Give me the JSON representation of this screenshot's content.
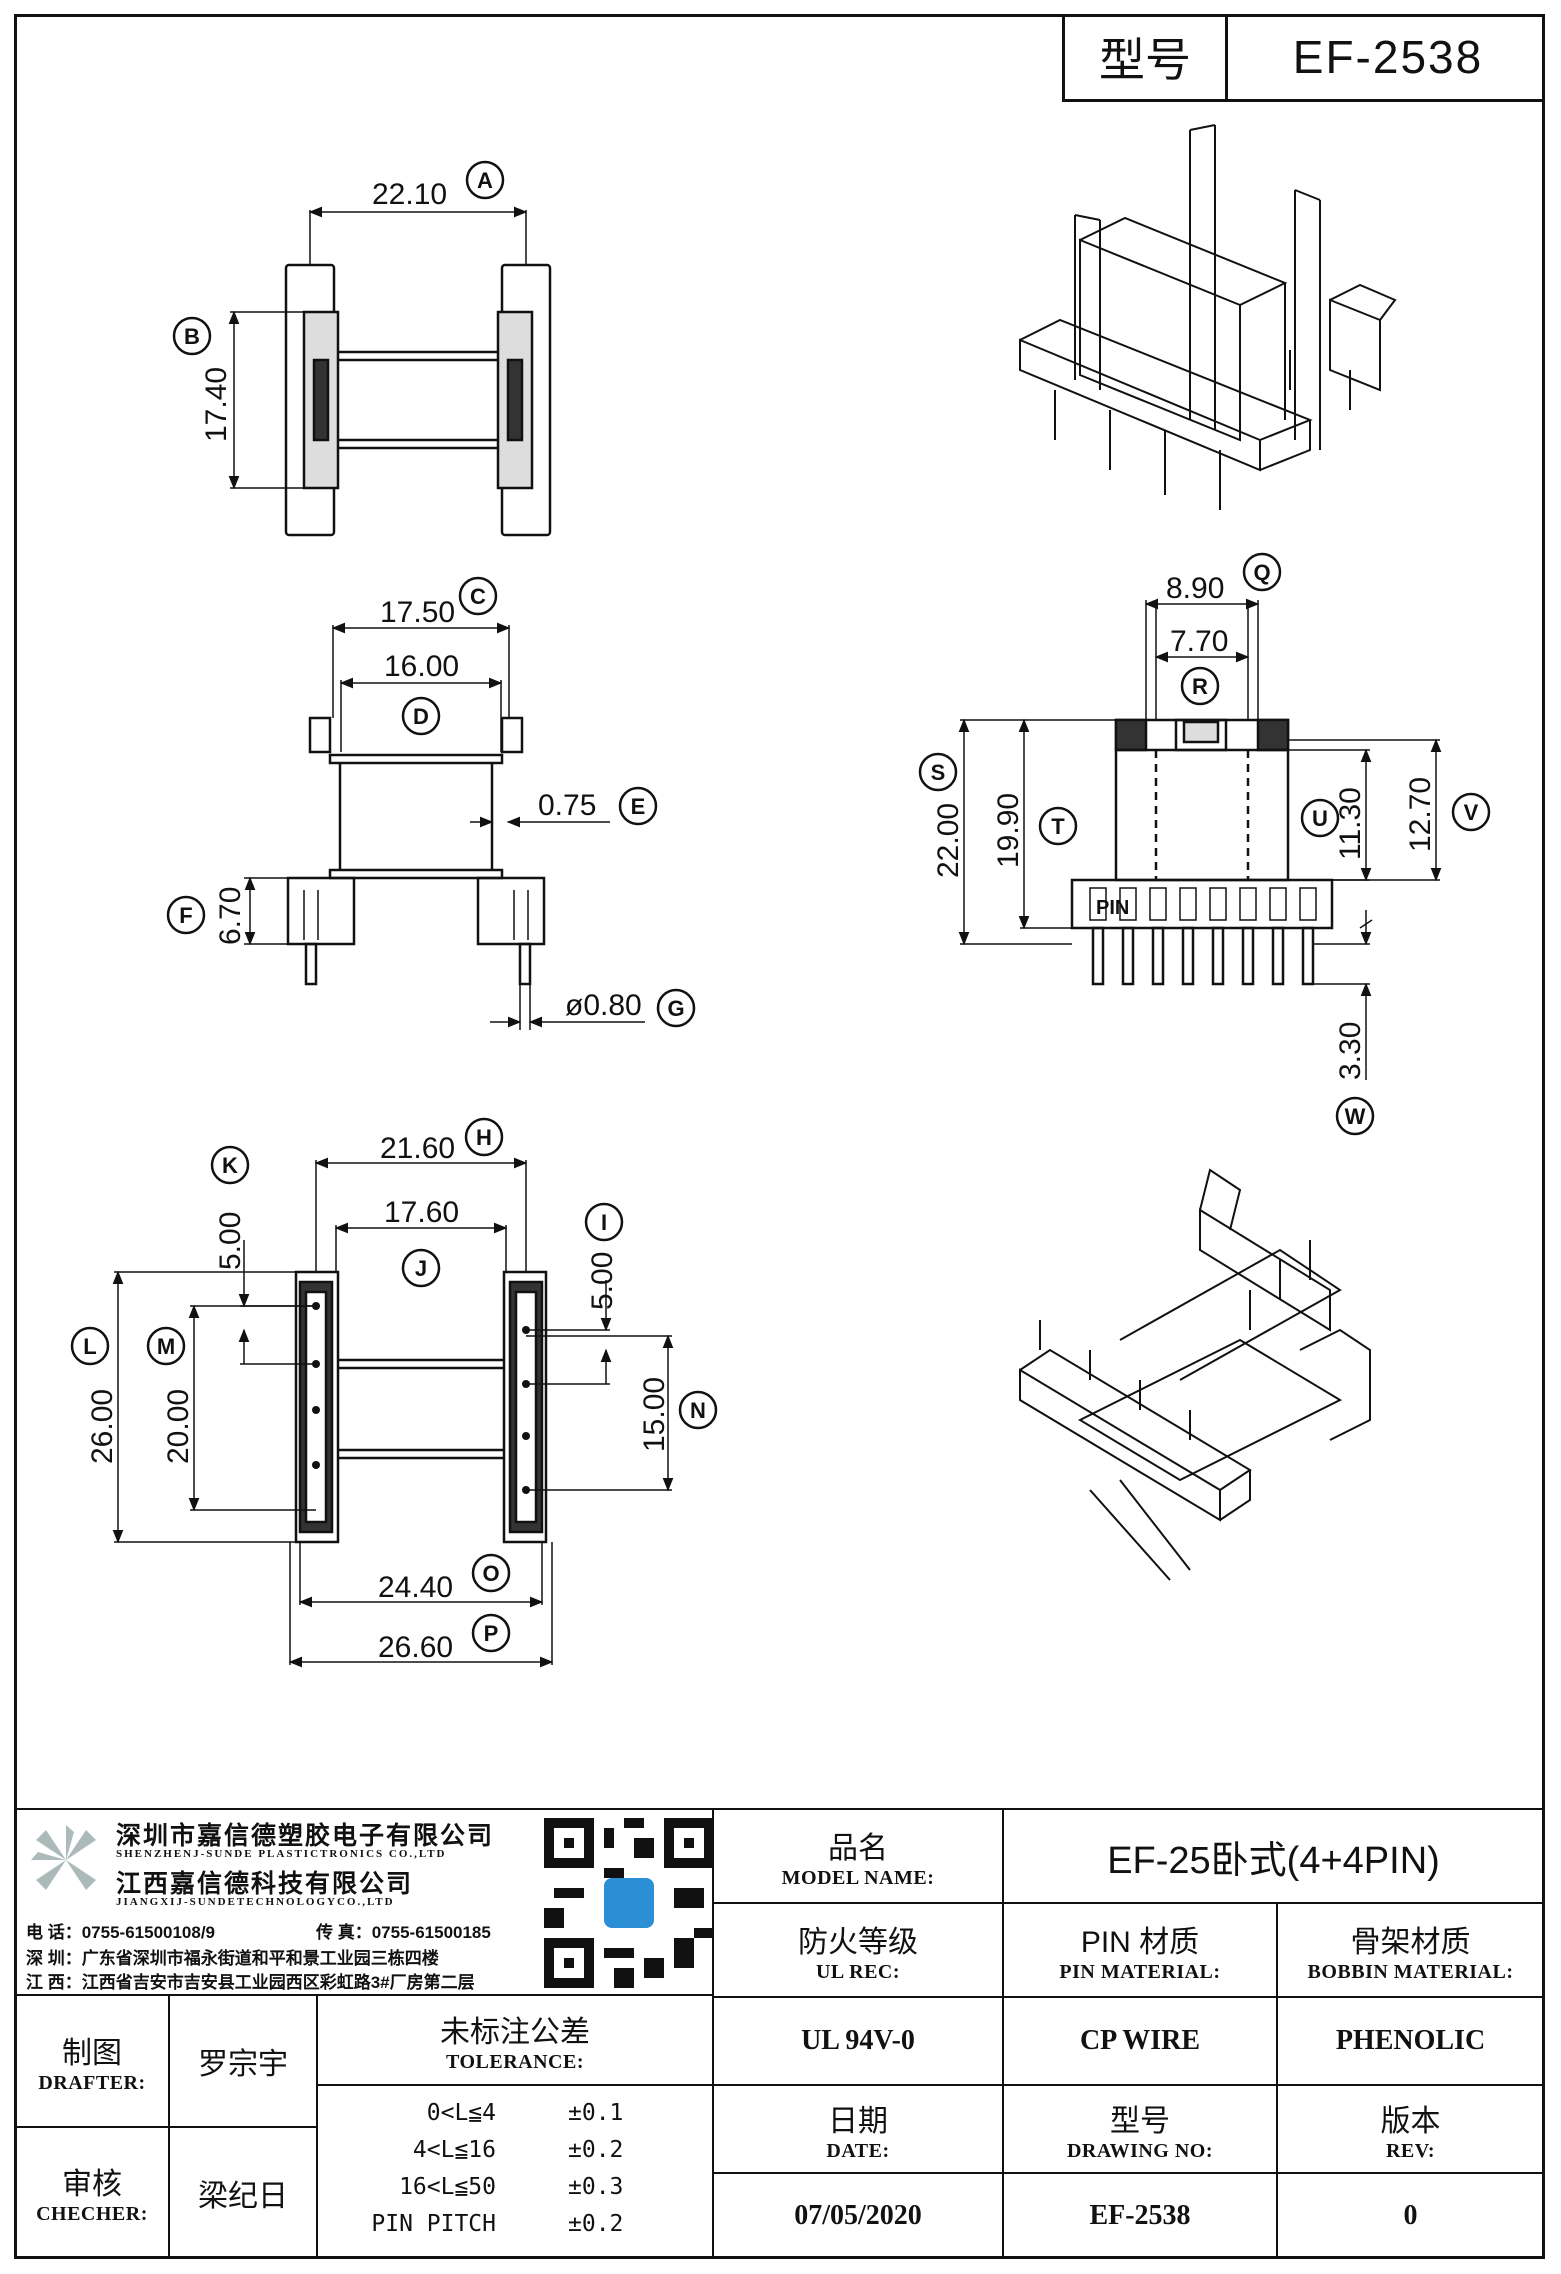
{
  "header": {
    "label": "型号",
    "model": "EF-2538"
  },
  "dims": {
    "A": "22.10",
    "B": "17.40",
    "C": "17.50",
    "D": "16.00",
    "E": "0.75",
    "F": "6.70",
    "G": "ø0.80",
    "H": "21.60",
    "I": "5.00",
    "J": "17.60",
    "K": "5.00",
    "L": "26.00",
    "M": "20.00",
    "N": "15.00",
    "O": "24.40",
    "P": "26.60",
    "Q": "8.90",
    "R": "7.70",
    "S": "22.00",
    "T": "19.90",
    "U": "11.30",
    "V": "12.70",
    "W": "3.30"
  },
  "letters": [
    "A",
    "B",
    "C",
    "D",
    "E",
    "F",
    "G",
    "H",
    "I",
    "J",
    "K",
    "L",
    "M",
    "N",
    "O",
    "P",
    "Q",
    "R",
    "S",
    "T",
    "U",
    "V",
    "W"
  ],
  "pin_labels": {
    "in_view": "PIN"
  },
  "company": {
    "cn_name_1": "深圳市嘉信德塑胶电子有限公司",
    "en_name_1": "SHENZHENJ-SUNDE PLASTICTRONICS CO.,LTD",
    "cn_name_2": "江西嘉信德科技有限公司",
    "en_name_2": "JIANGXIJ-SUNDETECHNOLOGYCO.,LTD",
    "tel": "电 话：0755-61500108/9",
    "fax": "传 真：0755-61500185",
    "addr_sz": "深 圳：广东省深圳市福永街道和平和景工业园三栋四楼",
    "addr_jx": "江 西：江西省吉安市吉安县工业园西区彩虹路3#厂房第二层"
  },
  "title_block": {
    "model_name_zh": "品名",
    "model_name_en": "MODEL NAME:",
    "model_name_val": "EF-25卧式(4+4PIN)",
    "ul_zh": "防火等级",
    "ul_en": "UL REC:",
    "ul_val": "UL 94V-0",
    "pin_zh": "PIN 材质",
    "pin_en": "PIN MATERIAL:",
    "pin_val": "CP WIRE",
    "bobbin_zh": "骨架材质",
    "bobbin_en": "BOBBIN MATERIAL:",
    "bobbin_val": "PHENOLIC",
    "drafter_zh": "制图",
    "drafter_en": "DRAFTER:",
    "drafter_val": "罗宗宇",
    "checker_zh": "审核",
    "checker_en": "CHECHER:",
    "checker_val": "梁纪日",
    "tol_zh": "未标注公差",
    "tol_en": "TOLERANCE:",
    "tol_rows": [
      {
        "range": "0<L≦4",
        "tol": "±0.1"
      },
      {
        "range": "4<L≦16",
        "tol": "±0.2"
      },
      {
        "range": "16<L≦50",
        "tol": "±0.3"
      },
      {
        "range": "PIN PITCH",
        "tol": "±0.2"
      }
    ],
    "date_zh": "日期",
    "date_en": "DATE:",
    "date_val": "07/05/2020",
    "dwg_zh": "型号",
    "dwg_en": "DRAWING NO:",
    "dwg_val": "EF-2538",
    "rev_zh": "版本",
    "rev_en": "REV:",
    "rev_val": "0"
  }
}
